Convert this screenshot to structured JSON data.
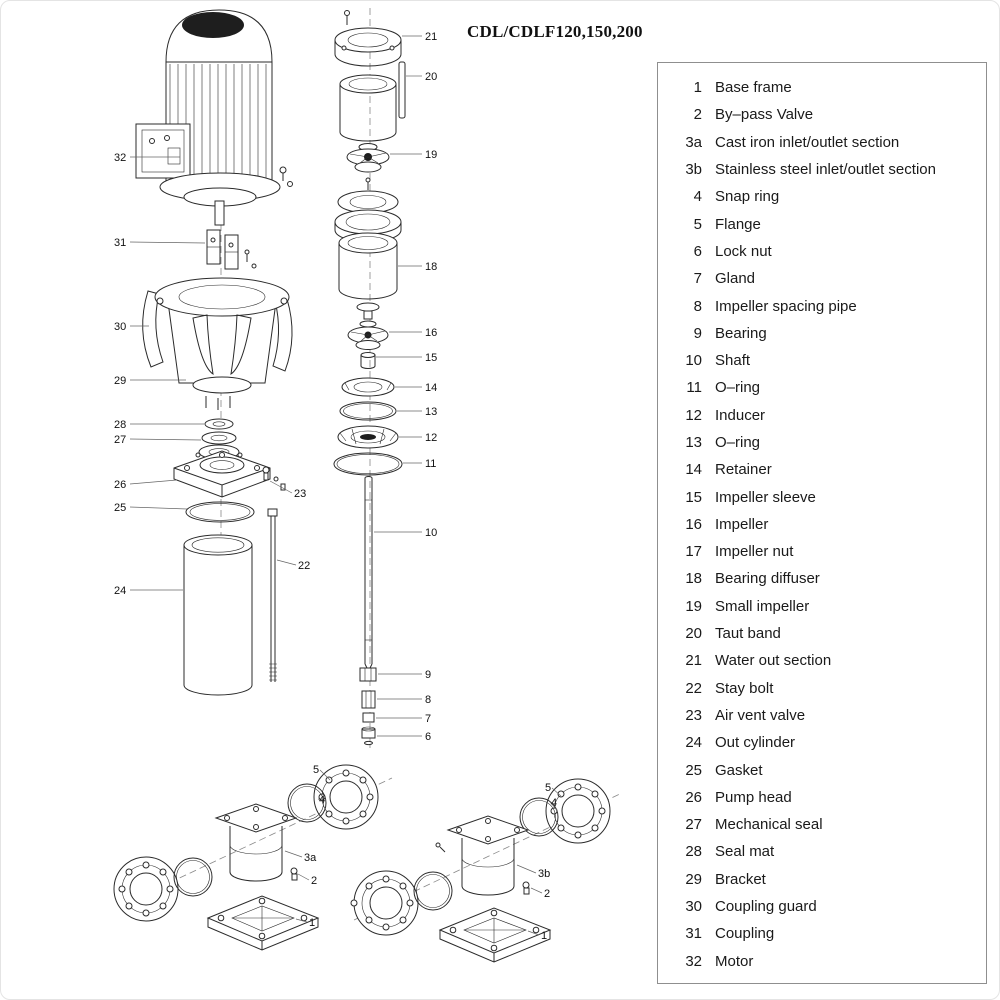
{
  "title": "CDL/CDLF120,150,200",
  "parts": [
    {
      "num": "1",
      "name": "Base frame"
    },
    {
      "num": "2",
      "name": "By–pass Valve"
    },
    {
      "num": "3a",
      "name": "Cast iron inlet/outlet section"
    },
    {
      "num": "3b",
      "name": "Stainless steel inlet/outlet section"
    },
    {
      "num": "4",
      "name": "Snap ring"
    },
    {
      "num": "5",
      "name": "Flange"
    },
    {
      "num": "6",
      "name": "Lock nut"
    },
    {
      "num": "7",
      "name": "Gland"
    },
    {
      "num": "8",
      "name": "Impeller spacing pipe"
    },
    {
      "num": "9",
      "name": "Bearing"
    },
    {
      "num": "10",
      "name": "Shaft"
    },
    {
      "num": "11",
      "name": "O–ring"
    },
    {
      "num": "12",
      "name": "Inducer"
    },
    {
      "num": "13",
      "name": "O–ring"
    },
    {
      "num": "14",
      "name": "Retainer"
    },
    {
      "num": "15",
      "name": "Impeller sleeve"
    },
    {
      "num": "16",
      "name": "Impeller"
    },
    {
      "num": "17",
      "name": "Impeller nut"
    },
    {
      "num": "18",
      "name": "Bearing diffuser"
    },
    {
      "num": "19",
      "name": "Small impeller"
    },
    {
      "num": "20",
      "name": "Taut band"
    },
    {
      "num": "21",
      "name": "Water out section"
    },
    {
      "num": "22",
      "name": "Stay bolt"
    },
    {
      "num": "23",
      "name": "Air vent valve"
    },
    {
      "num": "24",
      "name": "Out cylinder"
    },
    {
      "num": "25",
      "name": "Gasket"
    },
    {
      "num": "26",
      "name": "Pump head"
    },
    {
      "num": "27",
      "name": "Mechanical seal"
    },
    {
      "num": "28",
      "name": "Seal mat"
    },
    {
      "num": "29",
      "name": "Bracket"
    },
    {
      "num": "30",
      "name": "Coupling guard"
    },
    {
      "num": "31",
      "name": "Coupling"
    },
    {
      "num": "32",
      "name": "Motor"
    }
  ],
  "callouts": {
    "motor": "32",
    "coupling": "31",
    "coupling_guard": "30",
    "bracket": "29",
    "seal_mat": "28",
    "mech_seal": "27",
    "pump_head": "26",
    "gasket": "25",
    "out_cylinder": "24",
    "air_vent": "23",
    "stay_bolt": "22",
    "water_out": "21",
    "taut_band": "20",
    "small_impeller": "19",
    "bearing_diffuser": "18",
    "impeller": "16",
    "impeller_sleeve": "15",
    "retainer": "14",
    "oring13": "13",
    "inducer": "12",
    "oring11": "11",
    "shaft": "10",
    "bearing": "9",
    "spacing_pipe": "8",
    "gland": "7",
    "lock_nut": "6",
    "flange_a": "5",
    "snap_a": "4",
    "body_a": "3a",
    "valve_a": "2",
    "base_a": "1",
    "flange_b": "5",
    "snap_b": "4",
    "body_b": "3b",
    "valve_b": "2",
    "base_b": "1"
  },
  "colors": {
    "line": "#2b2b2b",
    "panel_border": "#8f8f8f",
    "text": "#1a1a1a",
    "background": "#ffffff"
  }
}
